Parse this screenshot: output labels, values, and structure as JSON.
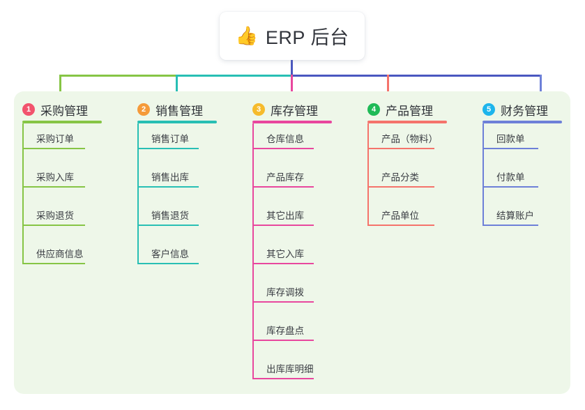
{
  "diagram": {
    "type": "mind-map",
    "root": {
      "icon": "thumbs-up-icon",
      "emoji": "👍",
      "title": "ERP 后台"
    },
    "panel_color": "#eef7e9",
    "trunk_color": "#4a57c0",
    "branches": [
      {
        "index": "1",
        "title": "采购管理",
        "badge_color": "#f2536d",
        "line_color": "#86c545",
        "items": [
          "采购订单",
          "采购入库",
          "采购退货",
          "供应商信息"
        ]
      },
      {
        "index": "2",
        "title": "销售管理",
        "badge_color": "#f59a39",
        "line_color": "#28bfb4",
        "items": [
          "销售订单",
          "销售出库",
          "销售退货",
          "客户信息"
        ]
      },
      {
        "index": "3",
        "title": "库存管理",
        "badge_color": "#f6bb2c",
        "line_color": "#e8479e",
        "items": [
          "仓库信息",
          "产品库存",
          "其它出库",
          "其它入库",
          "库存调拨",
          "库存盘点",
          "出库库明细"
        ]
      },
      {
        "index": "4",
        "title": "产品管理",
        "badge_color": "#1fba57",
        "line_color": "#f5736b",
        "items": [
          "产品（物料）",
          "产品分类",
          "产品单位"
        ]
      },
      {
        "index": "5",
        "title": "财务管理",
        "badge_color": "#1eb5ec",
        "line_color": "#6d80d8",
        "items": [
          "回款单",
          "付款单",
          "结算账户"
        ]
      }
    ]
  }
}
